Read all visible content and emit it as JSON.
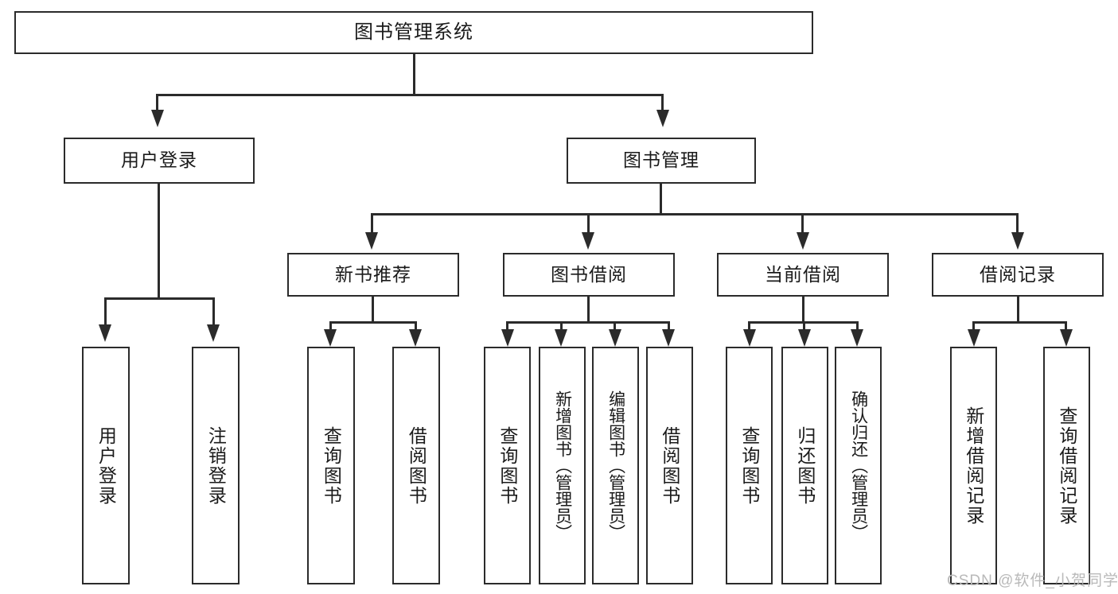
{
  "diagram": {
    "title": "图书管理系统",
    "type": "hierarchical-tree",
    "root": {
      "label": "图书管理系统"
    },
    "level1": [
      {
        "id": "user-login",
        "label": "用户登录"
      },
      {
        "id": "book-management",
        "label": "图书管理"
      }
    ],
    "level2": [
      {
        "id": "new-book-recommend",
        "label": "新书推荐",
        "parent": "book-management"
      },
      {
        "id": "book-borrow",
        "label": "图书借阅",
        "parent": "book-management"
      },
      {
        "id": "current-borrow",
        "label": "当前借阅",
        "parent": "book-management"
      },
      {
        "id": "borrow-record",
        "label": "借阅记录",
        "parent": "book-management"
      }
    ],
    "leaves": {
      "user_login": [
        {
          "label": "用户登录"
        },
        {
          "label": "注销登录"
        }
      ],
      "new_book_recommend": [
        {
          "label": "查询图书"
        },
        {
          "label": "借阅图书"
        }
      ],
      "book_borrow": [
        {
          "label": "查询图书"
        },
        {
          "label": "新增图书（管理员）"
        },
        {
          "label": "编辑图书（管理员）"
        },
        {
          "label": "借阅图书"
        }
      ],
      "current_borrow": [
        {
          "label": "查询图书"
        },
        {
          "label": "归还图书"
        },
        {
          "label": "确认归还（管理员）"
        }
      ],
      "borrow_record": [
        {
          "label": "新增借阅记录"
        },
        {
          "label": "查询借阅记录"
        }
      ]
    },
    "watermark": "CSDN @软件_小贺同学",
    "colors": {
      "stroke": "#2b2b2b",
      "background": "#ffffff",
      "text": "#1a1a1a",
      "watermark": "#b9b9b9"
    }
  }
}
